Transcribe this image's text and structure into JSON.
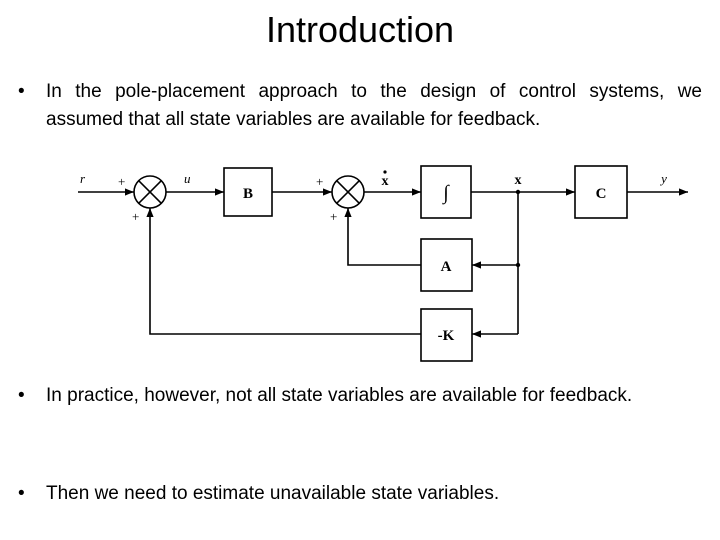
{
  "slide": {
    "title": "Introduction",
    "bullets": [
      "In the pole-placement approach to the design of control systems, we assumed that all state variables are available for feedback.",
      "In practice, however, not all state variables are available for feedback.",
      "Then we need to estimate unavailable state variables."
    ],
    "bullet_glyph": "•"
  },
  "diagram": {
    "signals": {
      "r": "r",
      "u": "u",
      "xdot": "x",
      "x": "x",
      "y": "y"
    },
    "blocks": {
      "B": "B",
      "integrator": "∫",
      "C": "C",
      "A": "A",
      "negK": "-K"
    },
    "signs": {
      "plus": "+"
    }
  }
}
